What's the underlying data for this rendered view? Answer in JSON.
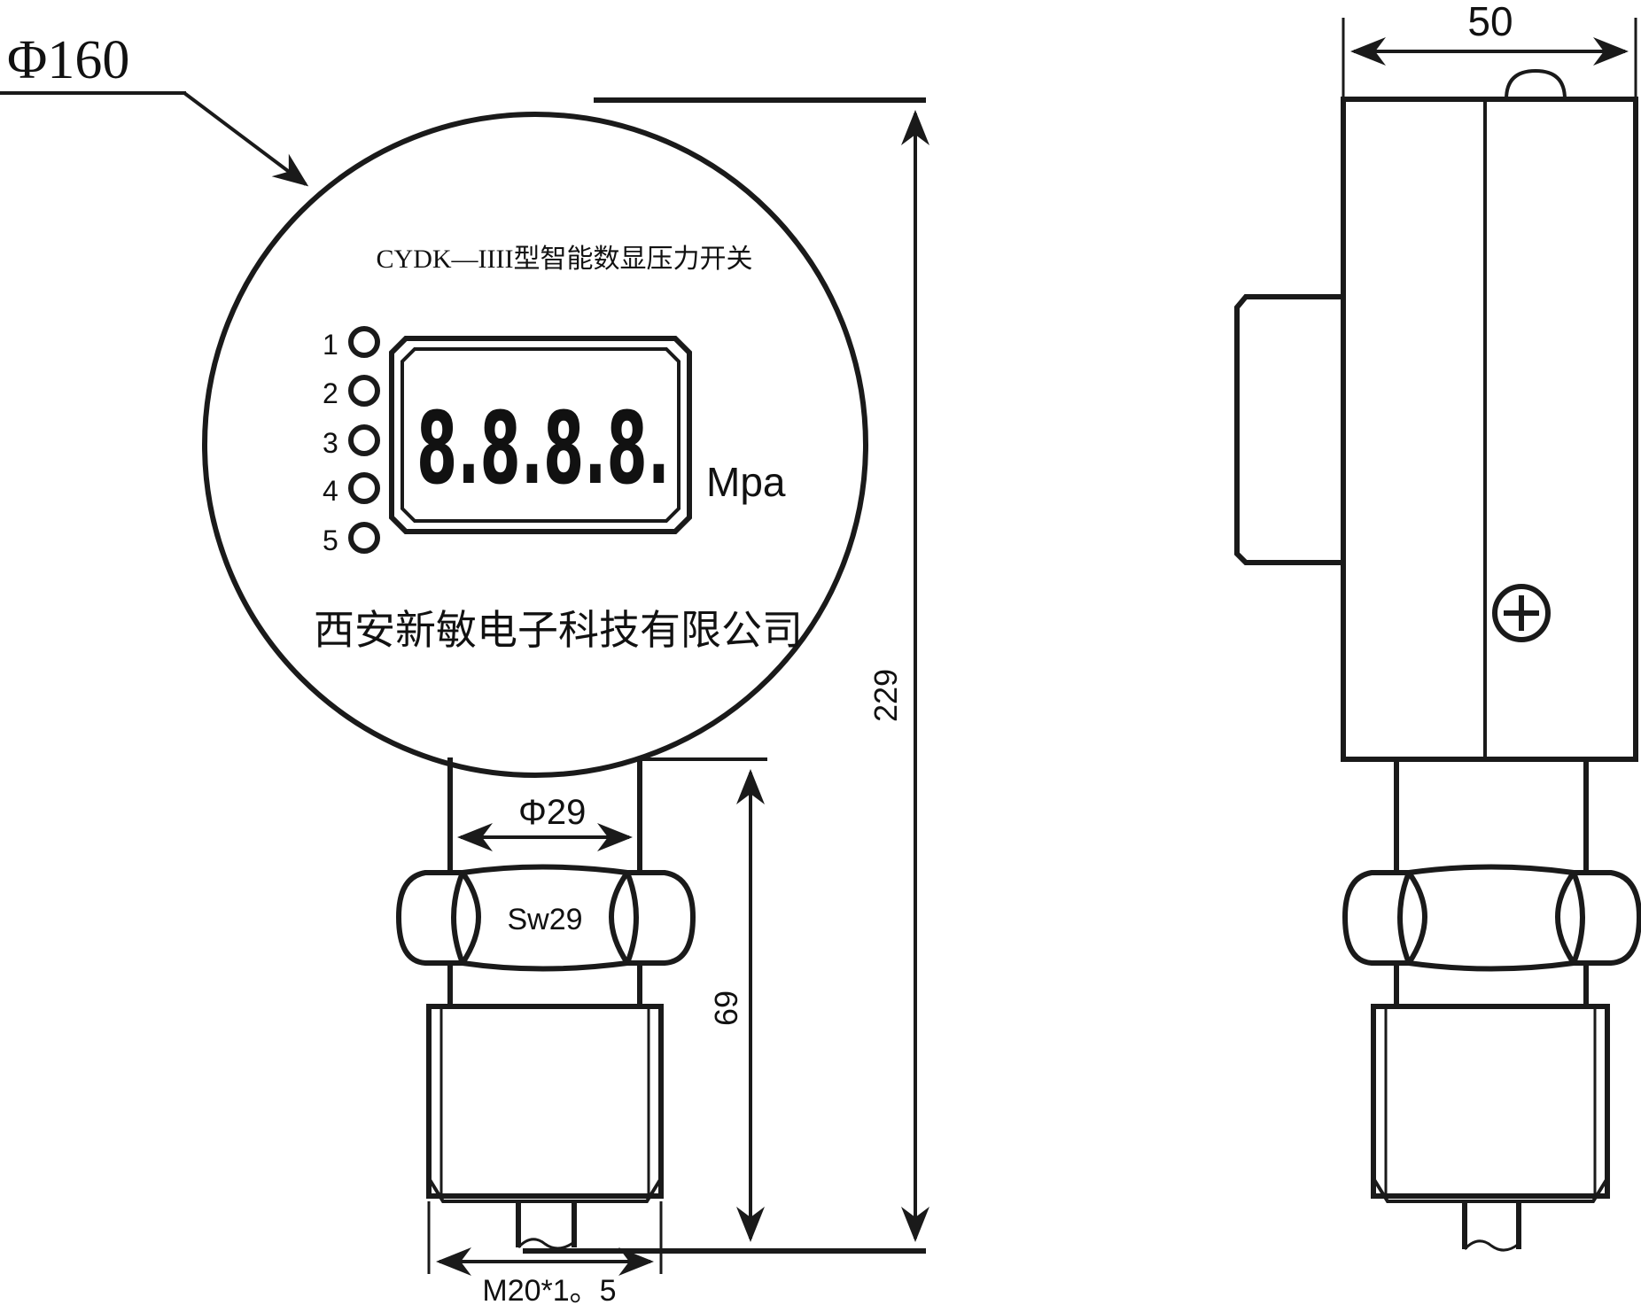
{
  "front_view": {
    "diameter_label": "Φ160",
    "title": "CYDK—IIII型智能数显压力开关",
    "indicators": [
      "1",
      "2",
      "3",
      "4",
      "5"
    ],
    "display_value": "8.8.8.8.",
    "unit": "Mpa",
    "company": "西安新敏电子科技有限公司",
    "height_dim": "229",
    "stem_diameter": "Φ29",
    "nut_label": "Sw29",
    "connector_height": "69",
    "thread_label": "M20*1。5"
  },
  "side_view": {
    "width_dim": "50"
  },
  "colors": {
    "line": "#1a1a1a",
    "background": "#ffffff"
  }
}
